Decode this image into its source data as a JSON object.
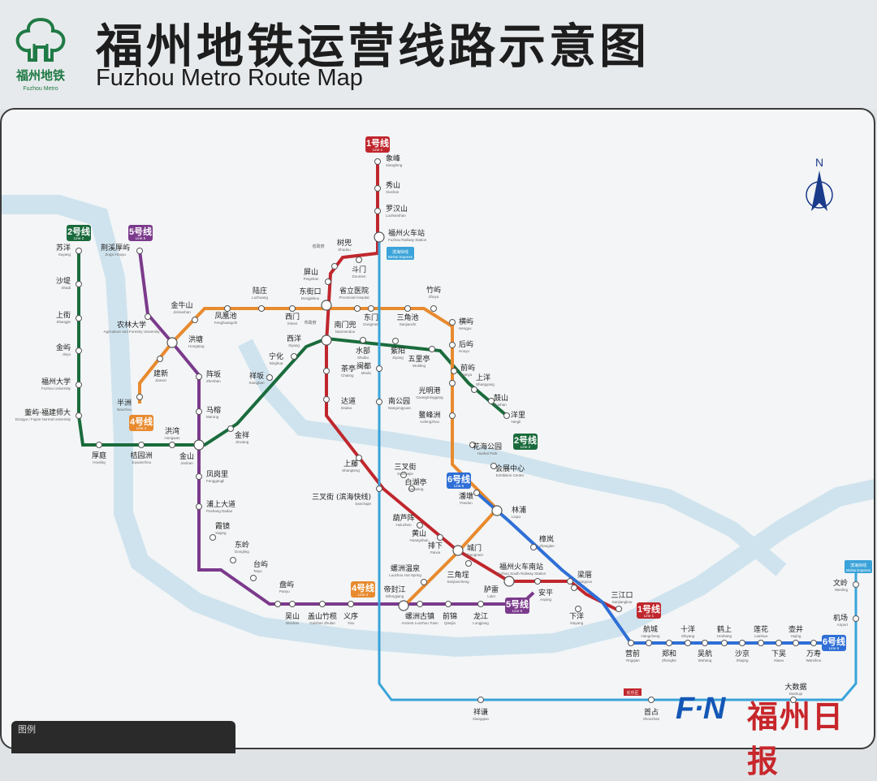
{
  "header": {
    "logo_text": "福州地铁",
    "logo_subtext": "Fuzhou Metro",
    "title_cn": "福州地铁运营线路示意图",
    "title_en": "Fuzhou Metro Route Map"
  },
  "compass": {
    "label": "N"
  },
  "legend": {
    "label": "图例"
  },
  "watermark": {
    "brand": "F·N",
    "paper": "福州日报"
  },
  "colors": {
    "line1": "#c0272d",
    "line2": "#1a6b3c",
    "line4": "#e88a2e",
    "line5": "#7b3a8c",
    "line6": "#2f6fd6",
    "river": "#cfe3ee",
    "airport_express": "#3aa3d9"
  },
  "lines": {
    "line1": {
      "cn": "1号线",
      "en": "Line 1",
      "stations": [
        {
          "cn": "象峰",
          "en": "Xiangfeng"
        },
        {
          "cn": "秀山",
          "en": "Xiushan"
        },
        {
          "cn": "罗汉山",
          "en": "Luohanshan"
        },
        {
          "cn": "福州火车站",
          "en": "Fuzhou Railway Station"
        },
        {
          "cn": "斗门",
          "en": "Doumen"
        },
        {
          "cn": "树兜",
          "en": "Shudou"
        },
        {
          "cn": "屏山",
          "en": "Pingshan"
        },
        {
          "cn": "东街口",
          "en": "Dongjiekou"
        },
        {
          "cn": "南门兜",
          "en": "Nanmendou"
        },
        {
          "cn": "茶亭",
          "en": "Chating"
        },
        {
          "cn": "达道",
          "en": "Dadao"
        },
        {
          "cn": "上藤",
          "en": "Shangteng"
        },
        {
          "cn": "三叉街",
          "en": "Sanchajie"
        },
        {
          "cn": "白湖亭",
          "en": "Baihuting"
        },
        {
          "cn": "葫芦阵",
          "en": "Huluzhen"
        },
        {
          "cn": "黄山",
          "en": "Huangshan"
        },
        {
          "cn": "排下",
          "en": "Paixia"
        },
        {
          "cn": "城门",
          "en": "Chengmen"
        },
        {
          "cn": "三角埕",
          "en": "Sanjiaocheng"
        },
        {
          "cn": "福州火车南站",
          "en": "Fuzhou South Railway Station"
        },
        {
          "cn": "安平",
          "en": "Anping"
        },
        {
          "cn": "梁厝",
          "en": "Liangcuo"
        },
        {
          "cn": "三江口",
          "en": "Sanjiangkou"
        }
      ]
    },
    "line2": {
      "cn": "2号线",
      "en": "Line 2",
      "stations": [
        {
          "cn": "苏洋",
          "en": "Suyang"
        },
        {
          "cn": "沙堤",
          "en": "Shadi"
        },
        {
          "cn": "上街",
          "en": "Shangjie"
        },
        {
          "cn": "金屿",
          "en": "Jinyu"
        },
        {
          "cn": "福州大学",
          "en": "Fuzhou University"
        },
        {
          "cn": "董屿·福建师大",
          "en": "Dongyu / Fujian Normal University"
        },
        {
          "cn": "厚庭",
          "en": "Houting"
        },
        {
          "cn": "桔园洲",
          "en": "Juyuanzhou"
        },
        {
          "cn": "洪湾",
          "en": "Hongwan"
        },
        {
          "cn": "金山",
          "en": "Jinshan"
        },
        {
          "cn": "金祥",
          "en": "Jinxiang"
        },
        {
          "cn": "祥坂",
          "en": "Xiangban"
        },
        {
          "cn": "宁化",
          "en": "Ninghua"
        },
        {
          "cn": "西洋",
          "en": "Xiyang"
        },
        {
          "cn": "南门兜",
          "en": "Nanmendou"
        },
        {
          "cn": "水部",
          "en": "Shuibu"
        },
        {
          "cn": "紫阳",
          "en": "Ziyang"
        },
        {
          "cn": "五里亭",
          "en": "Wuliting"
        },
        {
          "cn": "前屿",
          "en": "Qianyu"
        },
        {
          "cn": "上洋",
          "en": "Shangyang"
        },
        {
          "cn": "鼓山",
          "en": "Gushan"
        },
        {
          "cn": "洋里",
          "en": "Yangli"
        }
      ]
    },
    "line4": {
      "cn": "4号线",
      "en": "Line 4",
      "stations": [
        {
          "cn": "半洲",
          "en": "Banzhou"
        },
        {
          "cn": "建新",
          "en": "Jianxin"
        },
        {
          "cn": "洪塘",
          "en": "Hongtang"
        },
        {
          "cn": "金牛山",
          "en": "Jinniushan"
        },
        {
          "cn": "凤凰池",
          "en": "Fenghuangchi"
        },
        {
          "cn": "陆庄",
          "en": "Luzhuang"
        },
        {
          "cn": "西门",
          "en": "Ximen"
        },
        {
          "cn": "东街口",
          "en": "Dongjiekou"
        },
        {
          "cn": "省立医院",
          "en": "Provincial Hospital"
        },
        {
          "cn": "东门",
          "en": "Dongmen"
        },
        {
          "cn": "三角池",
          "en": "Sanjiaochi"
        },
        {
          "cn": "竹屿",
          "en": "Zhuyu"
        },
        {
          "cn": "横屿",
          "en": "Hengyu"
        },
        {
          "cn": "后屿",
          "en": "Houyu"
        },
        {
          "cn": "光明港",
          "en": "Guangminggang"
        },
        {
          "cn": "鳌峰洲",
          "en": "Aofengzhou"
        },
        {
          "cn": "花海公园",
          "en": "Huahai Park"
        },
        {
          "cn": "会展中心",
          "en": "Exhibition Center"
        },
        {
          "cn": "林浦",
          "en": "Linpu"
        },
        {
          "cn": "城门",
          "en": "Chengmen"
        },
        {
          "cn": "螺洲温泉",
          "en": "Luozhou Hot Spring"
        },
        {
          "cn": "帝封江",
          "en": "Difengjiang"
        }
      ]
    },
    "line5": {
      "cn": "5号线",
      "en": "Line 5",
      "stations": [
        {
          "cn": "荆溪厚屿",
          "en": "Jingxi Houyu"
        },
        {
          "cn": "农林大学",
          "en": "Agriculture and Forestry University"
        },
        {
          "cn": "洪塘",
          "en": "Hongtang"
        },
        {
          "cn": "阵坂",
          "en": "Zhenban"
        },
        {
          "cn": "马榕",
          "en": "Marong"
        },
        {
          "cn": "金山",
          "en": "Jinshan"
        },
        {
          "cn": "凤岗里",
          "en": "Fenggangli"
        },
        {
          "cn": "浦上大道",
          "en": "Pushang Dadao"
        },
        {
          "cn": "霞镜",
          "en": "Xiajing"
        },
        {
          "cn": "东岭",
          "en": "Dongling"
        },
        {
          "cn": "台屿",
          "en": "Taiyu"
        },
        {
          "cn": "盘屿",
          "en": "Panyu"
        },
        {
          "cn": "吴山",
          "en": "Wushan"
        },
        {
          "cn": "盖山竹榄",
          "en": "Gaishan Zhulan"
        },
        {
          "cn": "义序",
          "en": "Yixu"
        },
        {
          "cn": "帝封江",
          "en": "Difengjiang"
        },
        {
          "cn": "螺洲古镇",
          "en": "Ancient Luozhou Town"
        },
        {
          "cn": "前锦",
          "en": "Qianjin"
        },
        {
          "cn": "龙江",
          "en": "Longjiang"
        },
        {
          "cn": "胪雷",
          "en": "Lulei"
        },
        {
          "cn": "福州火车南站",
          "en": "Fuzhou South Railway Station"
        }
      ]
    },
    "line6": {
      "cn": "6号线",
      "en": "Line 6",
      "stations": [
        {
          "cn": "潘墩",
          "en": "Pandun"
        },
        {
          "cn": "林浦",
          "en": "Linpu"
        },
        {
          "cn": "樟岚",
          "en": "Zhanglan"
        },
        {
          "cn": "梁厝",
          "en": "Liangcuo"
        },
        {
          "cn": "下洋",
          "en": "Xiayang"
        },
        {
          "cn": "营前",
          "en": "Yingqian"
        },
        {
          "cn": "航城",
          "en": "Hangcheng"
        },
        {
          "cn": "郑和",
          "en": "Zhenghe"
        },
        {
          "cn": "十洋",
          "en": "Shiyang"
        },
        {
          "cn": "吴航",
          "en": "Wuhang"
        },
        {
          "cn": "鹤上",
          "en": "Heshang"
        },
        {
          "cn": "沙京",
          "en": "Shajing"
        },
        {
          "cn": "莲花",
          "en": "Lianhua"
        },
        {
          "cn": "下吴",
          "en": "Xiawu"
        },
        {
          "cn": "壶井",
          "en": "Hujing"
        },
        {
          "cn": "万寿",
          "en": "Wanshou"
        }
      ]
    },
    "airport_express": {
      "cn": "滨海快线",
      "en": "Binhai Express",
      "stations": [
        {
          "cn": "福州火车站",
          "en": "Fuzhou Railway Station"
        },
        {
          "cn": "东门",
          "en": "Dongmen"
        },
        {
          "cn": "闽都",
          "en": "Mindu"
        },
        {
          "cn": "南公园",
          "en": "Nangongyuan"
        },
        {
          "cn": "三叉街 (滨海快线)",
          "en": "Sanchajie"
        },
        {
          "cn": "祥谦",
          "en": "Xiangqian"
        },
        {
          "cn": "首占",
          "en": "Shouzhan"
        },
        {
          "cn": "大数据",
          "en": "Dashuju"
        },
        {
          "cn": "机场",
          "en": "Airport"
        },
        {
          "cn": "文岭",
          "en": "Wenling"
        }
      ]
    }
  },
  "map_labels": {
    "gov": "省政府",
    "city_gov": "市政府",
    "changle": "长乐区"
  }
}
